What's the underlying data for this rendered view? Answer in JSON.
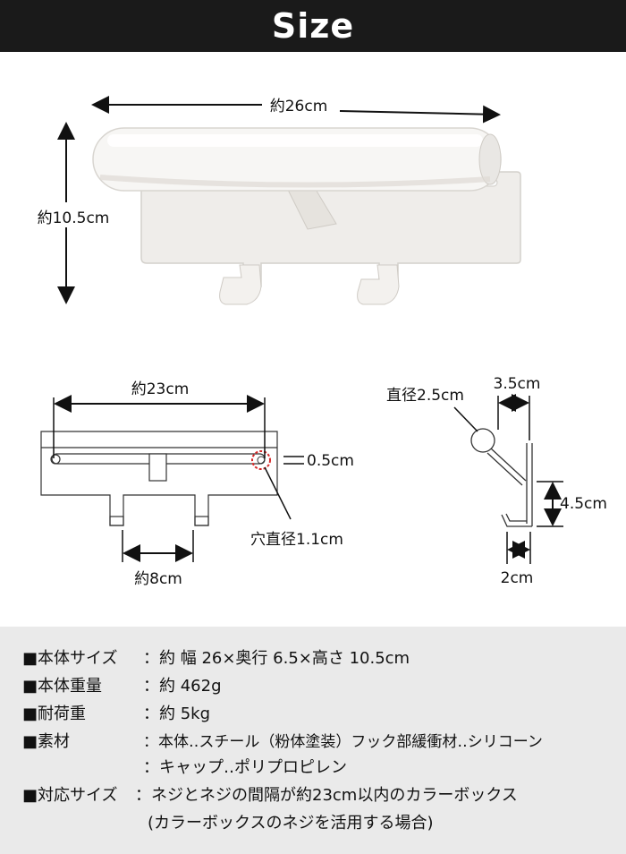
{
  "header": {
    "title": "Size"
  },
  "photo": {
    "width_label": "約26cm",
    "height_label": "約10.5cm"
  },
  "front_view": {
    "span_label": "約23cm",
    "offset_label": "0.5cm",
    "hole_label": "穴直径1.1cm",
    "hook_gap_label": "約8cm"
  },
  "side_view": {
    "bar_diameter_label": "直径2.5cm",
    "depth_label": "3.5cm",
    "hook_height_label": "4.5cm",
    "hook_width_label": "2cm"
  },
  "specs": [
    {
      "key": "■本体サイズ",
      "value": "：約 幅 26×奥行 6.5×高さ 10.5cm"
    },
    {
      "key": "■本体重量",
      "value": "：約 462g"
    },
    {
      "key": "■耐荷重",
      "value": "：約 5kg"
    },
    {
      "key": "■素材",
      "value": "：本体‥スチール（粉体塗装）フック部緩衝材‥シリコーン"
    },
    {
      "key": "",
      "value": "：キャップ‥ポリプロピレン"
    },
    {
      "key": "■対応サイズ",
      "value": "：ネジとネジの間隔が約23cm以内のカラーボックス"
    },
    {
      "key": "",
      "value": "(カラーボックスのネジを活用する場合)"
    }
  ]
}
